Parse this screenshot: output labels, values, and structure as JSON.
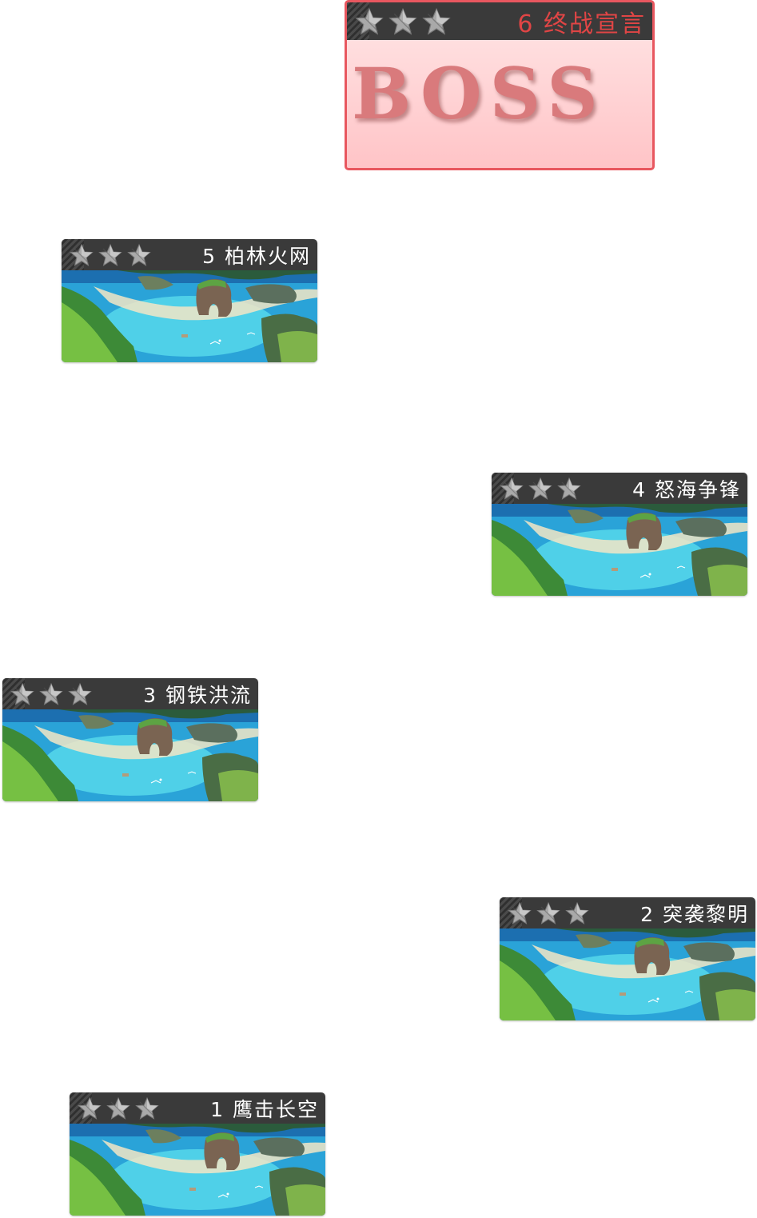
{
  "colors": {
    "header_bg": "#3a3a3a",
    "boss_border": "#e8575f",
    "boss_title": "#e04545",
    "boss_word": "#d97a7c"
  },
  "boss": {
    "title": "6 终战宣言",
    "label": "BOSS",
    "stars_earned": 0,
    "stars_total": 3
  },
  "levels": [
    {
      "title": "5 柏林火网",
      "stars_earned": 0,
      "stars_total": 3,
      "image": "coastal-island-scene"
    },
    {
      "title": "4 怒海争锋",
      "stars_earned": 0,
      "stars_total": 3,
      "image": "coastal-island-scene"
    },
    {
      "title": "3 钢铁洪流",
      "stars_earned": 0,
      "stars_total": 3,
      "image": "coastal-island-scene"
    },
    {
      "title": "2 突袭黎明",
      "stars_earned": 0,
      "stars_total": 3,
      "image": "coastal-island-scene"
    },
    {
      "title": "1 鹰击长空",
      "stars_earned": 0,
      "stars_total": 3,
      "image": "coastal-island-scene"
    }
  ],
  "icons": {
    "star": "star-outline-icon"
  }
}
